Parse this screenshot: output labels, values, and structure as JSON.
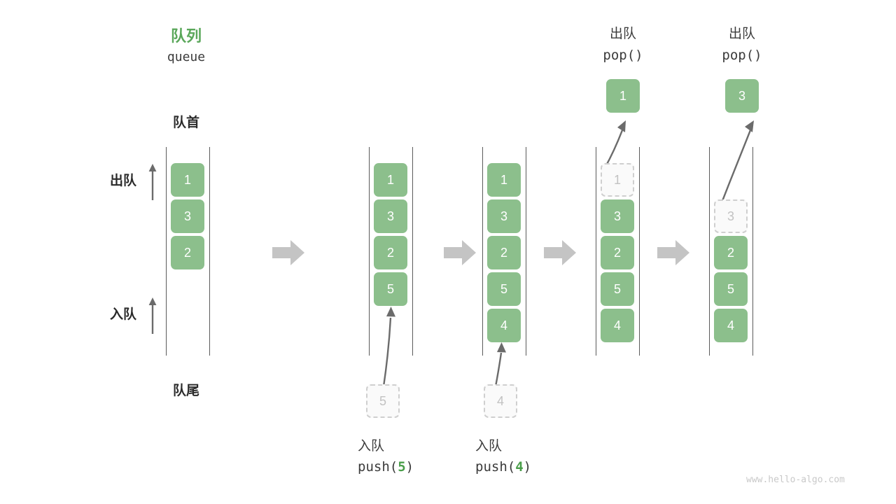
{
  "diagram": {
    "title_cn": "队列",
    "title_en": "queue",
    "front_label": "队首",
    "rear_label": "队尾",
    "dequeue_label": "出队",
    "enqueue_label": "入队",
    "watermark": "www.hello-algo.com",
    "colors": {
      "accent_green": "#8cbf8c",
      "title_green": "#5aa75a",
      "code_arg_green": "#4a9e4a",
      "rail_gray": "#5a5a5a",
      "ghost_border": "#cfcfcf",
      "ghost_text": "#c2c2c2",
      "flow_arrow_gray": "#c4c4c4",
      "curve_arrow_gray": "#6b6b6b",
      "text_dark": "#2b2b2b",
      "watermark_gray": "#c9c9c9"
    }
  },
  "chart_data": {
    "type": "diagram",
    "title": "队列 queue",
    "description": "FIFO queue operations: push(5), push(4), pop(), pop()",
    "stages": [
      {
        "id": "initial",
        "caption_cn": "",
        "caption_code": "",
        "slots": [
          "1",
          "3",
          "2",
          "",
          ""
        ],
        "slot_states": [
          "filled",
          "filled",
          "filled",
          "empty",
          "empty"
        ],
        "incoming": null,
        "outgoing": null
      },
      {
        "id": "push-5",
        "caption_cn": "入队",
        "caption_code_prefix": "push(",
        "caption_code_arg": "5",
        "caption_code_suffix": ")",
        "slots": [
          "1",
          "3",
          "2",
          "5",
          ""
        ],
        "slot_states": [
          "filled",
          "filled",
          "filled",
          "filled",
          "empty"
        ],
        "incoming": "5",
        "outgoing": null
      },
      {
        "id": "push-4",
        "caption_cn": "入队",
        "caption_code_prefix": "push(",
        "caption_code_arg": "4",
        "caption_code_suffix": ")",
        "slots": [
          "1",
          "3",
          "2",
          "5",
          "4"
        ],
        "slot_states": [
          "filled",
          "filled",
          "filled",
          "filled",
          "filled"
        ],
        "incoming": "4",
        "outgoing": null
      },
      {
        "id": "pop-1",
        "header_cn": "出队",
        "header_code": "pop()",
        "slots": [
          "1",
          "3",
          "2",
          "5",
          "4"
        ],
        "slot_states": [
          "ghost",
          "filled",
          "filled",
          "filled",
          "filled"
        ],
        "incoming": null,
        "outgoing": "1"
      },
      {
        "id": "pop-3",
        "header_cn": "出队",
        "header_code": "pop()",
        "slots": [
          "",
          "3",
          "2",
          "5",
          "4"
        ],
        "slot_states": [
          "empty",
          "ghost",
          "filled",
          "filled",
          "filled"
        ],
        "incoming": null,
        "outgoing": "3"
      }
    ],
    "legend": {
      "front": "队首",
      "rear": "队尾",
      "dequeue_direction": "出队",
      "enqueue_direction": "入队"
    }
  }
}
